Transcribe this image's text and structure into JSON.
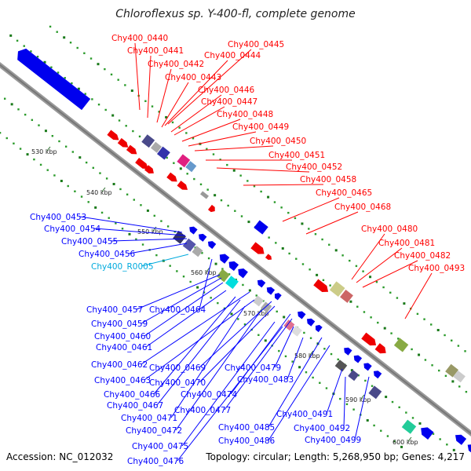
{
  "title": "Chloroflexus sp. Y-400-fl, complete genome",
  "footer": {
    "accession": "Accession: NC_012032",
    "summary": "Topology: circular; Length: 5,268,950 bp; Genes: 4,217"
  },
  "colors": {
    "forward": "#ff0000",
    "reverse": "#0000ff",
    "rna": "#00aadd"
  },
  "ticks": [
    {
      "label": "530 kbp"
    },
    {
      "label": "540 kbp"
    },
    {
      "label": "550 kbp"
    },
    {
      "label": "560 kbp"
    },
    {
      "label": "570 kbp"
    },
    {
      "label": "580 kbp"
    },
    {
      "label": "590 kbp"
    },
    {
      "label": "600 kbp"
    }
  ],
  "forward_labels": [
    "Chy400_0440",
    "Chy400_0441",
    "Chy400_0442",
    "Chy400_0443",
    "Chy400_0445",
    "Chy400_0444",
    "Chy400_0446",
    "Chy400_0447",
    "Chy400_0448",
    "Chy400_0449",
    "Chy400_0450",
    "Chy400_0451",
    "Chy400_0452",
    "Chy400_0458",
    "Chy400_0465",
    "Chy400_0468",
    "Chy400_0480",
    "Chy400_0481",
    "Chy400_0482",
    "Chy400_0493"
  ],
  "reverse_labels": [
    "Chy400_0453",
    "Chy400_0454",
    "Chy400_0455",
    "Chy400_0456",
    "Chy400_R0005",
    "Chy400_0457",
    "Chy400_0459",
    "Chy400_0460",
    "Chy400_0461",
    "Chy400_0462",
    "Chy400_0463",
    "Chy400_0464",
    "Chy400_0469",
    "Chy400_0470",
    "Chy400_0466",
    "Chy400_0467",
    "Chy400_0474",
    "Chy400_0471",
    "Chy400_0477",
    "Chy400_0472",
    "Chy400_0479",
    "Chy400_0483",
    "Chy400_0485",
    "Chy400_0475",
    "Chy400_0486",
    "Chy400_0476",
    "Chy400_0491",
    "Chy400_0492",
    "Chy400_0499"
  ]
}
